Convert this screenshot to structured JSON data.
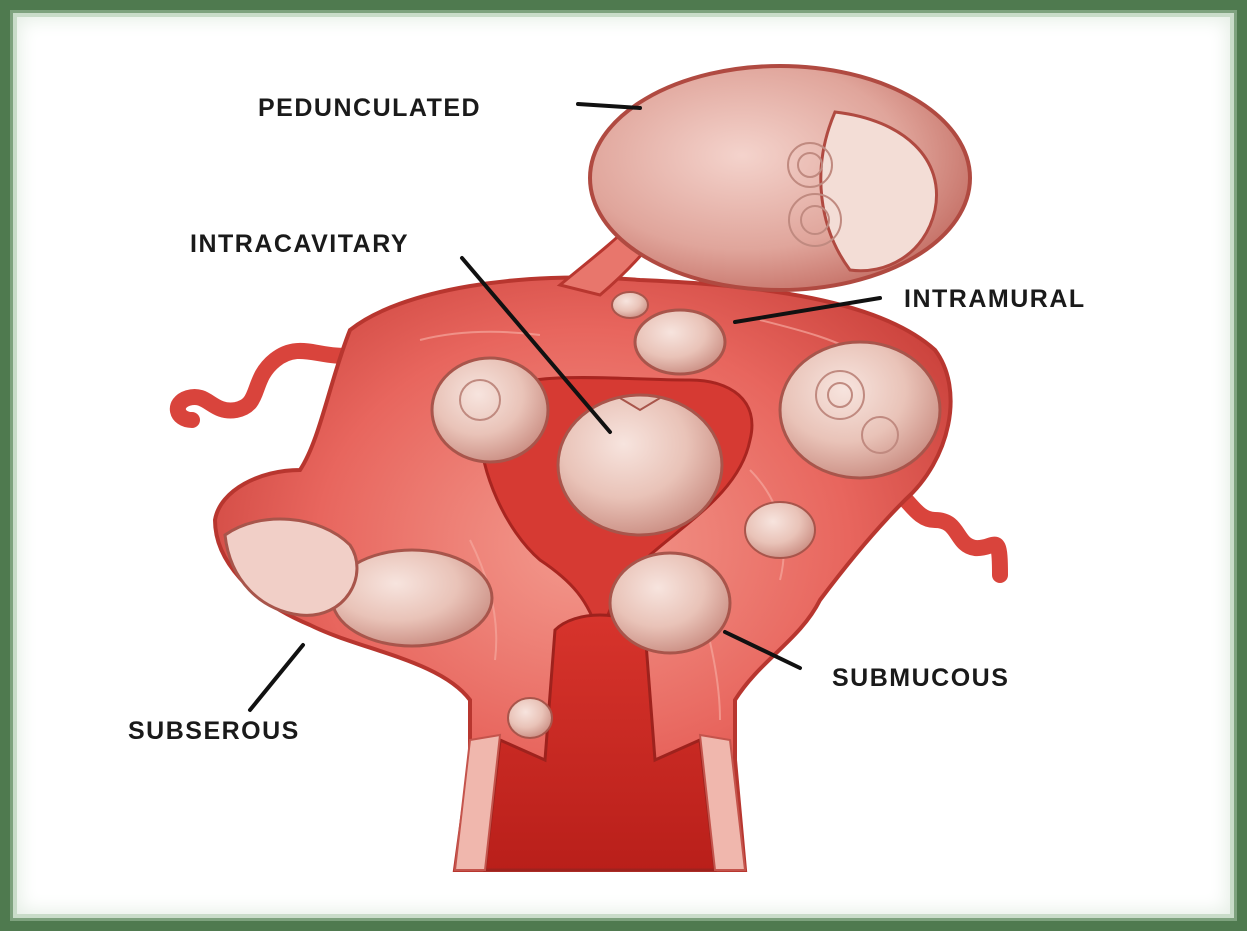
{
  "labels": {
    "pedunculated": "PEDUNCULATED",
    "intracavitary": "INTRACAVITARY",
    "intramural": "INTRAMURAL",
    "submucous": "SUBMUCOUS",
    "subserous": "SUBSEROUS"
  },
  "colors": {
    "frame": "#4f7a4f",
    "tissue": "#e8665e",
    "tissue_dark": "#c9302b",
    "fibroid": "#e9c3b8",
    "label_text": "#1a1a1a"
  }
}
